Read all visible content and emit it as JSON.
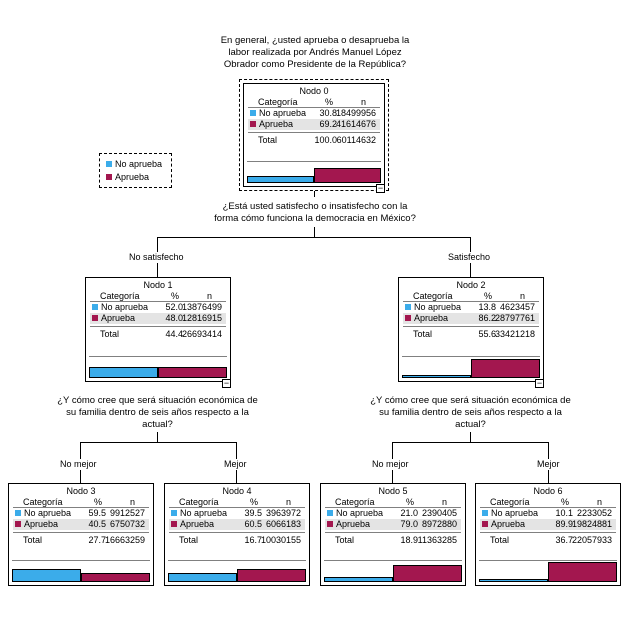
{
  "colors": {
    "no_aprueba": "#3bacea",
    "aprueba": "#a3174f"
  },
  "legend": {
    "items": [
      {
        "label": "No aprueba",
        "color": "#3bacea"
      },
      {
        "label": "Aprueba",
        "color": "#a3174f"
      }
    ]
  },
  "questions": {
    "root": "En general, ¿usted aprueba o desaprueba la\nlabor realizada por Andrés Manuel López\nObrador como Presidente de la República?",
    "level1": "¿Está usted satisfecho o insatisfecho con la\nforma cómo funciona la democracia en México?",
    "level2_left": "¿Y cómo cree que será situación económica de\nsu familia dentro de seis años respecto a la\nactual?",
    "level2_right": "¿Y cómo cree que será situación económica de\nsu familia dentro de seis años respecto a la\nactual?"
  },
  "branches": {
    "left": "No satisfecho",
    "right": "Satisfecho",
    "l_left": "No mejor",
    "l_right": "Mejor",
    "r_left": "No mejor",
    "r_right": "Mejor"
  },
  "headers": {
    "categoria": "Categoría",
    "pct": "%",
    "n": "n",
    "total": "Total"
  },
  "nodes": [
    {
      "title": "Nodo 0",
      "rows": [
        {
          "cat": "No aprueba",
          "pct": "30.8",
          "n": "18499956",
          "frac": 0.308
        },
        {
          "cat": "Aprueba",
          "pct": "69.2",
          "n": "41614676",
          "frac": 0.692
        }
      ],
      "total_pct": "100.0",
      "total_n": "60114632",
      "collapse": "−"
    },
    {
      "title": "Nodo 1",
      "rows": [
        {
          "cat": "No aprueba",
          "pct": "52.0",
          "n": "13876499",
          "frac": 0.52
        },
        {
          "cat": "Aprueba",
          "pct": "48.0",
          "n": "12816915",
          "frac": 0.48
        }
      ],
      "total_pct": "44.4",
      "total_n": "26693414",
      "collapse": "−"
    },
    {
      "title": "Nodo 2",
      "rows": [
        {
          "cat": "No aprueba",
          "pct": "13.8",
          "n": "4623457",
          "frac": 0.138
        },
        {
          "cat": "Aprueba",
          "pct": "86.2",
          "n": "28797761",
          "frac": 0.862
        }
      ],
      "total_pct": "55.6",
      "total_n": "33421218",
      "collapse": "−"
    },
    {
      "title": "Nodo 3",
      "rows": [
        {
          "cat": "No aprueba",
          "pct": "59.5",
          "n": "9912527",
          "frac": 0.595
        },
        {
          "cat": "Aprueba",
          "pct": "40.5",
          "n": "6750732",
          "frac": 0.405
        }
      ],
      "total_pct": "27.7",
      "total_n": "16663259"
    },
    {
      "title": "Nodo 4",
      "rows": [
        {
          "cat": "No aprueba",
          "pct": "39.5",
          "n": "3963972",
          "frac": 0.395
        },
        {
          "cat": "Aprueba",
          "pct": "60.5",
          "n": "6066183",
          "frac": 0.605
        }
      ],
      "total_pct": "16.7",
      "total_n": "10030155"
    },
    {
      "title": "Nodo 5",
      "rows": [
        {
          "cat": "No aprueba",
          "pct": "21.0",
          "n": "2390405",
          "frac": 0.21
        },
        {
          "cat": "Aprueba",
          "pct": "79.0",
          "n": "8972880",
          "frac": 0.79
        }
      ],
      "total_pct": "18.9",
      "total_n": "11363285"
    },
    {
      "title": "Nodo 6",
      "rows": [
        {
          "cat": "No aprueba",
          "pct": "10.1",
          "n": "2233052",
          "frac": 0.101
        },
        {
          "cat": "Aprueba",
          "pct": "89.9",
          "n": "19824881",
          "frac": 0.899
        }
      ],
      "total_pct": "36.7",
      "total_n": "22057933"
    }
  ]
}
